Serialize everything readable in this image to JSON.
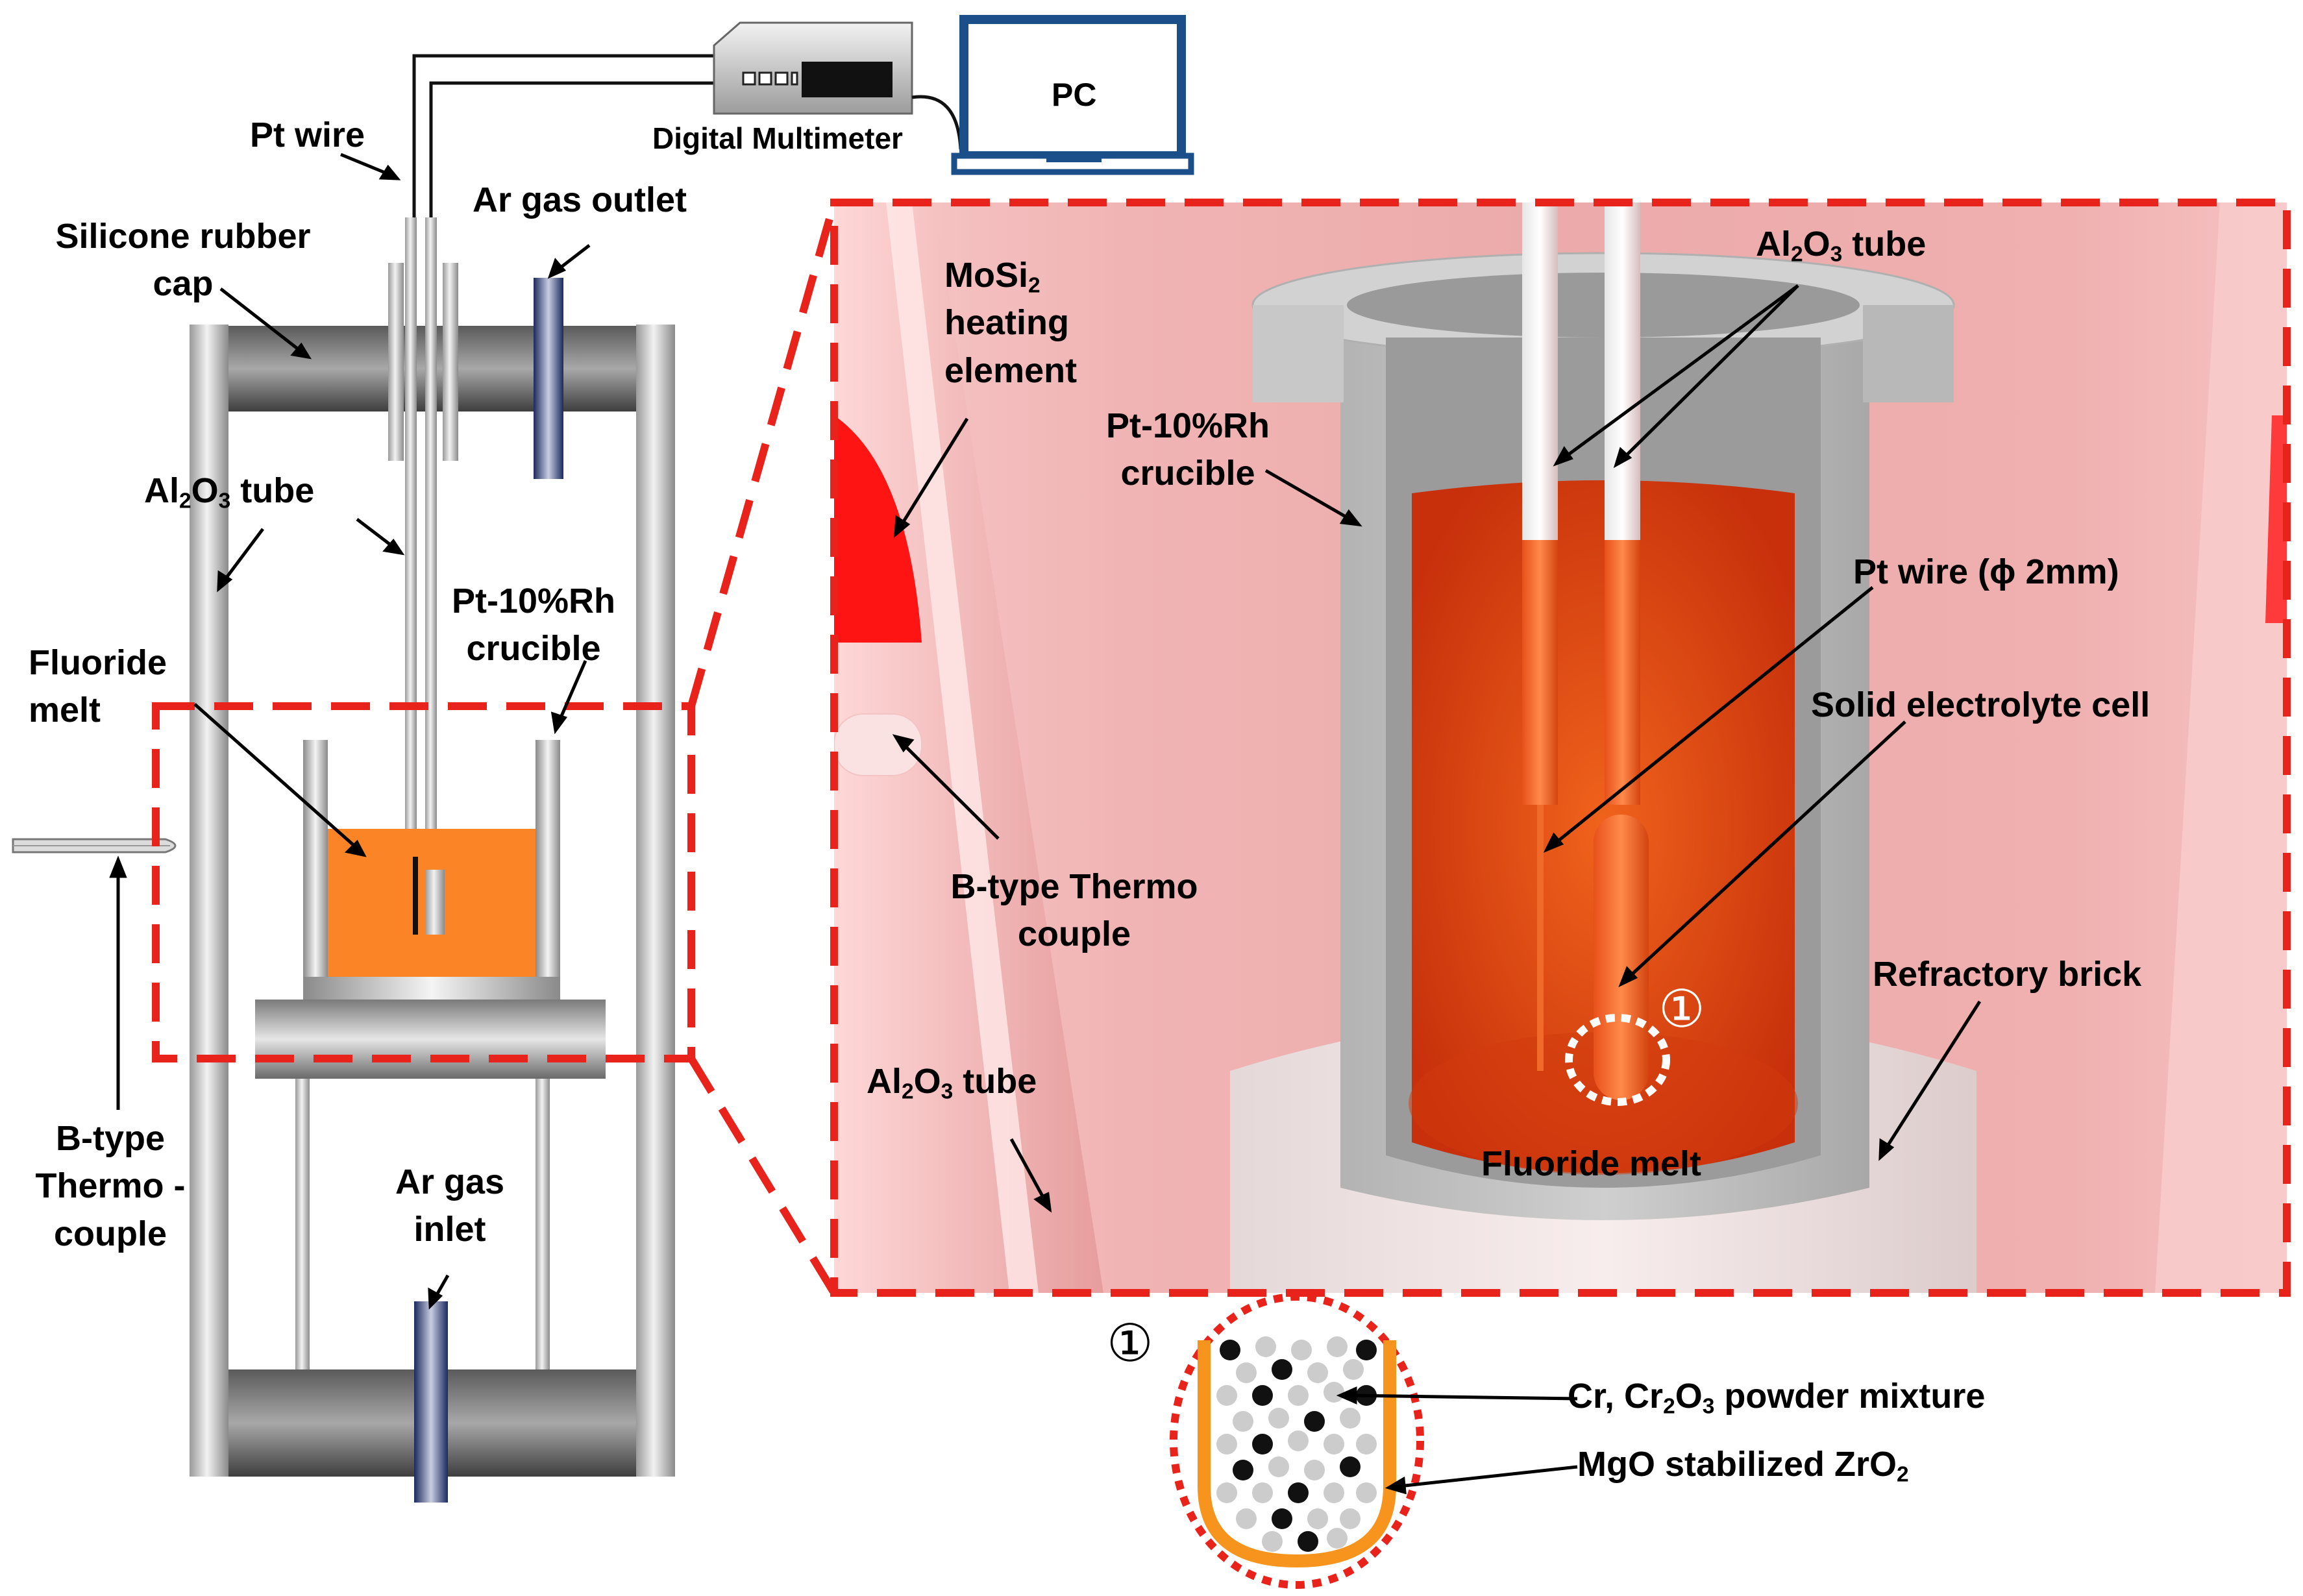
{
  "left_setup": {
    "pt_wire": "Pt wire",
    "digital_multimeter": "Digital Multimeter",
    "pc": "PC",
    "silicone_cap_l1": "Silicone rubber",
    "silicone_cap_l2": "cap",
    "ar_outlet": "Ar gas outlet",
    "al2o3_tube_prefix": "Al",
    "al2o3_tube_sub1": "2",
    "al2o3_tube_mid": "O",
    "al2o3_tube_sub2": "3",
    "al2o3_tube_suffix": " tube",
    "crucible_l1": "Pt-10%Rh",
    "crucible_l2": "crucible",
    "fluoride_melt_l1": "Fluoride",
    "fluoride_melt_l2": "melt",
    "thermocouple_l1": "B-type",
    "thermocouple_l2": "Thermo -",
    "thermocouple_l3": "couple",
    "ar_inlet_l1": "Ar gas",
    "ar_inlet_l2": "inlet"
  },
  "detail_view": {
    "al2o3_tube_prefix": "Al",
    "al2o3_tube_sub1": "2",
    "al2o3_tube_mid": "O",
    "al2o3_tube_sub2": "3",
    "al2o3_tube_suffix": " tube",
    "mosi2_prefix": "MoSi",
    "mosi2_sub": "2",
    "mosi2_l2": "heating",
    "mosi2_l3": "element",
    "crucible_l1": "Pt-10%Rh",
    "crucible_l2": "crucible",
    "pt_wire": "Pt wire (ϕ 2mm)",
    "solid_cell": "Solid electrolyte cell",
    "thermocouple_l1": "B-type Thermo",
    "thermocouple_l2": "couple",
    "refractory": "Refractory brick",
    "al2o3_lower_prefix": "Al",
    "al2o3_lower_sub1": "2",
    "al2o3_lower_mid": "O",
    "al2o3_lower_sub2": "3",
    "al2o3_lower_suffix": " tube",
    "fluoride_melt": "Fluoride melt",
    "marker": "①"
  },
  "cell_inset": {
    "marker": "①",
    "powder_prefix": "Cr, Cr",
    "powder_sub": "2",
    "powder_mid": "O",
    "powder_sub2": "3",
    "powder_suffix": " powder mixture",
    "zro2_prefix": "MgO stabilized ZrO",
    "zro2_sub": "2"
  },
  "colors": {
    "dash_red": "#e8231c",
    "melt_orange": "#fb8427",
    "melt_detail": "#d63a0e",
    "cell_shell": "#f7941d",
    "monitor_blue": "#1b4f8a"
  }
}
